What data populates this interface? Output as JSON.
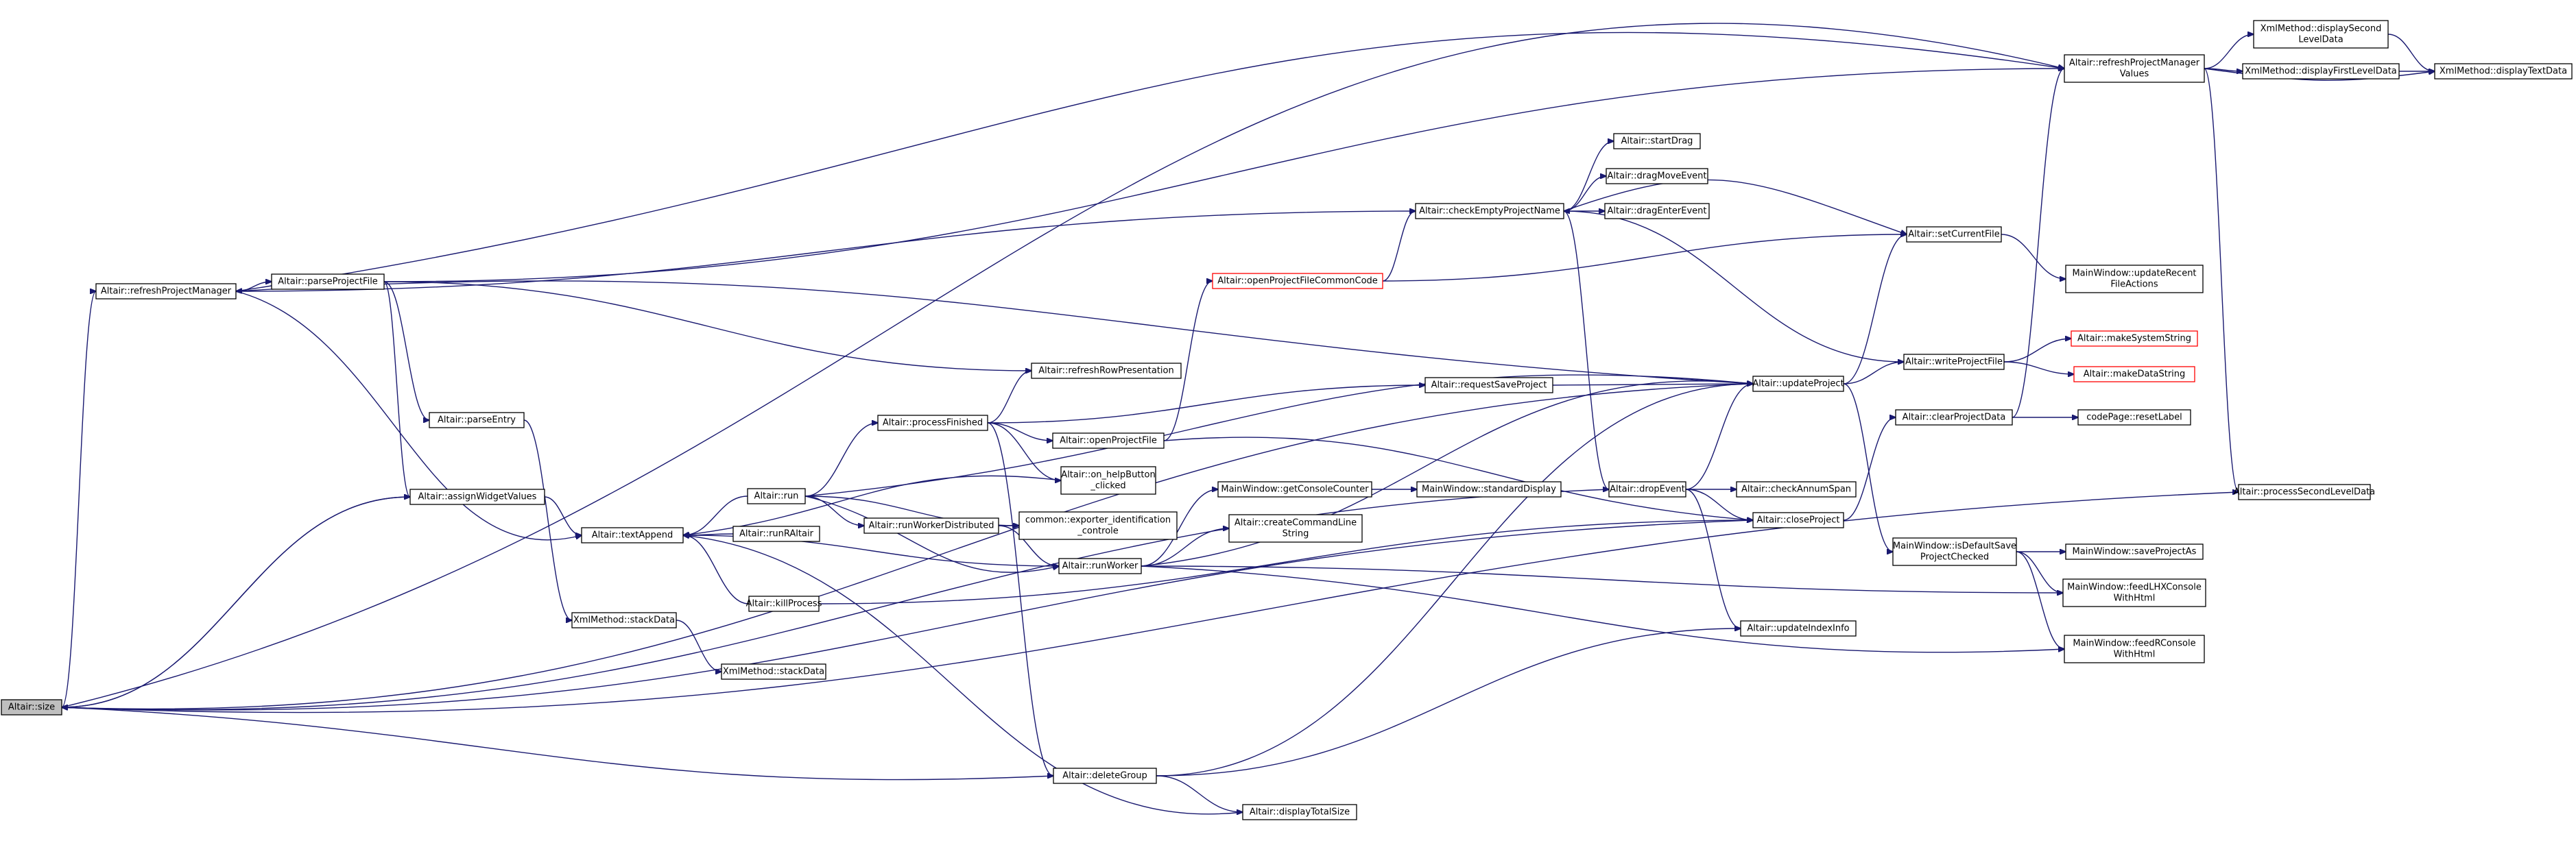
{
  "diagram": {
    "type": "call-graph",
    "colors": {
      "edge": "#191970",
      "node_border": "#000000",
      "node_border_external": "#ff0000",
      "node_fill": "#ffffff",
      "current_fill": "#bfbfbf"
    },
    "nodes": [
      {
        "id": "size",
        "lines": [
          "Altair::size"
        ]
      },
      {
        "id": "refreshPM",
        "lines": [
          "Altair::refreshProjectManager"
        ]
      },
      {
        "id": "parsePF",
        "lines": [
          "Altair::parseProjectFile"
        ]
      },
      {
        "id": "parseEntry",
        "lines": [
          "Altair::parseEntry"
        ]
      },
      {
        "id": "assignWV",
        "lines": [
          "Altair::assignWidgetValues"
        ]
      },
      {
        "id": "textAppend",
        "lines": [
          "Altair::textAppend"
        ]
      },
      {
        "id": "xmlStack1",
        "lines": [
          "XmlMethod::stackData"
        ]
      },
      {
        "id": "xmlStack2",
        "lines": [
          "XmlMethod::stackData"
        ]
      },
      {
        "id": "run",
        "lines": [
          "Altair::run"
        ]
      },
      {
        "id": "runRAltair",
        "lines": [
          "Altair::runRAltair"
        ]
      },
      {
        "id": "killProcess",
        "lines": [
          "Altair::killProcess"
        ]
      },
      {
        "id": "processFinished",
        "lines": [
          "Altair::processFinished"
        ]
      },
      {
        "id": "runWD",
        "lines": [
          "Altair::runWorkerDistributed"
        ]
      },
      {
        "id": "runWorker",
        "lines": [
          "Altair::runWorker"
        ]
      },
      {
        "id": "deleteGroup",
        "lines": [
          "Altair::deleteGroup"
        ]
      },
      {
        "id": "refreshFlow",
        "lines": [
          "Altair::refreshRowPresentation"
        ]
      },
      {
        "id": "openPF",
        "lines": [
          "Altair::openProjectFile"
        ]
      },
      {
        "id": "helpBtn",
        "lines": [
          "Altair::on_helpButton",
          "_clicked"
        ]
      },
      {
        "id": "exporter",
        "lines": [
          "common::exporter_identification",
          "_controle"
        ]
      },
      {
        "id": "openPFCC",
        "lines": [
          "Altair::openProjectFileCommonCode"
        ]
      },
      {
        "id": "getConsole",
        "lines": [
          "MainWindow::getConsoleCounter"
        ]
      },
      {
        "id": "createCmd",
        "lines": [
          "Altair::createCommandLine",
          "String"
        ]
      },
      {
        "id": "standardDisplay",
        "lines": [
          "MainWindow::standardDisplay"
        ]
      },
      {
        "id": "displayTotal",
        "lines": [
          "Altair::displayTotalSize"
        ]
      },
      {
        "id": "checkEPN",
        "lines": [
          "Altair::checkEmptyProjectName"
        ]
      },
      {
        "id": "startDrag",
        "lines": [
          "Altair::startDrag"
        ]
      },
      {
        "id": "dragMove",
        "lines": [
          "Altair::dragMoveEvent"
        ]
      },
      {
        "id": "dragEnter",
        "lines": [
          "Altair::dragEnterEvent"
        ]
      },
      {
        "id": "requestSave",
        "lines": [
          "Altair::requestSaveProject"
        ]
      },
      {
        "id": "dropEvent",
        "lines": [
          "Altair::dropEvent"
        ]
      },
      {
        "id": "checkAnnum",
        "lines": [
          "Altair::checkAnnumSpan"
        ]
      },
      {
        "id": "closeProject",
        "lines": [
          "Altair::closeProject"
        ]
      },
      {
        "id": "updateIndex",
        "lines": [
          "Altair::updateIndexInfo"
        ]
      },
      {
        "id": "updateProject",
        "lines": [
          "Altair::updateProject"
        ]
      },
      {
        "id": "setCurrentFile",
        "lines": [
          "Altair::setCurrentFile"
        ]
      },
      {
        "id": "writePF",
        "lines": [
          "Altair::writeProjectFile"
        ]
      },
      {
        "id": "clearPD",
        "lines": [
          "Altair::clearProjectData"
        ]
      },
      {
        "id": "isDefault",
        "lines": [
          "MainWindow::isDefaultSave",
          "ProjectChecked"
        ]
      },
      {
        "id": "refreshPMV",
        "lines": [
          "Altair::refreshProjectManager",
          "Values"
        ]
      },
      {
        "id": "updateRecent",
        "lines": [
          "MainWindow::updateRecent",
          "FileActions"
        ]
      },
      {
        "id": "makeSystem",
        "lines": [
          "Altair::makeSystemString"
        ]
      },
      {
        "id": "makeData",
        "lines": [
          "Altair::makeDataString"
        ]
      },
      {
        "id": "resetLabel",
        "lines": [
          "codePage::resetLabel"
        ]
      },
      {
        "id": "saveProjectAs",
        "lines": [
          "MainWindow::saveProjectAs"
        ]
      },
      {
        "id": "feedLHX",
        "lines": [
          "MainWindow::feedLHXConsole",
          "WithHtml"
        ]
      },
      {
        "id": "feedR",
        "lines": [
          "MainWindow::feedRConsole",
          "WithHtml"
        ]
      },
      {
        "id": "dispSecond",
        "lines": [
          "XmlMethod::displaySecond",
          "LevelData"
        ]
      },
      {
        "id": "dispFirst",
        "lines": [
          "XmlMethod::displayFirstLevelData"
        ]
      },
      {
        "id": "dispText",
        "lines": [
          "XmlMethod::displayTextData"
        ]
      },
      {
        "id": "processSecond",
        "lines": [
          "Altair::processSecondLevelData"
        ]
      }
    ]
  }
}
